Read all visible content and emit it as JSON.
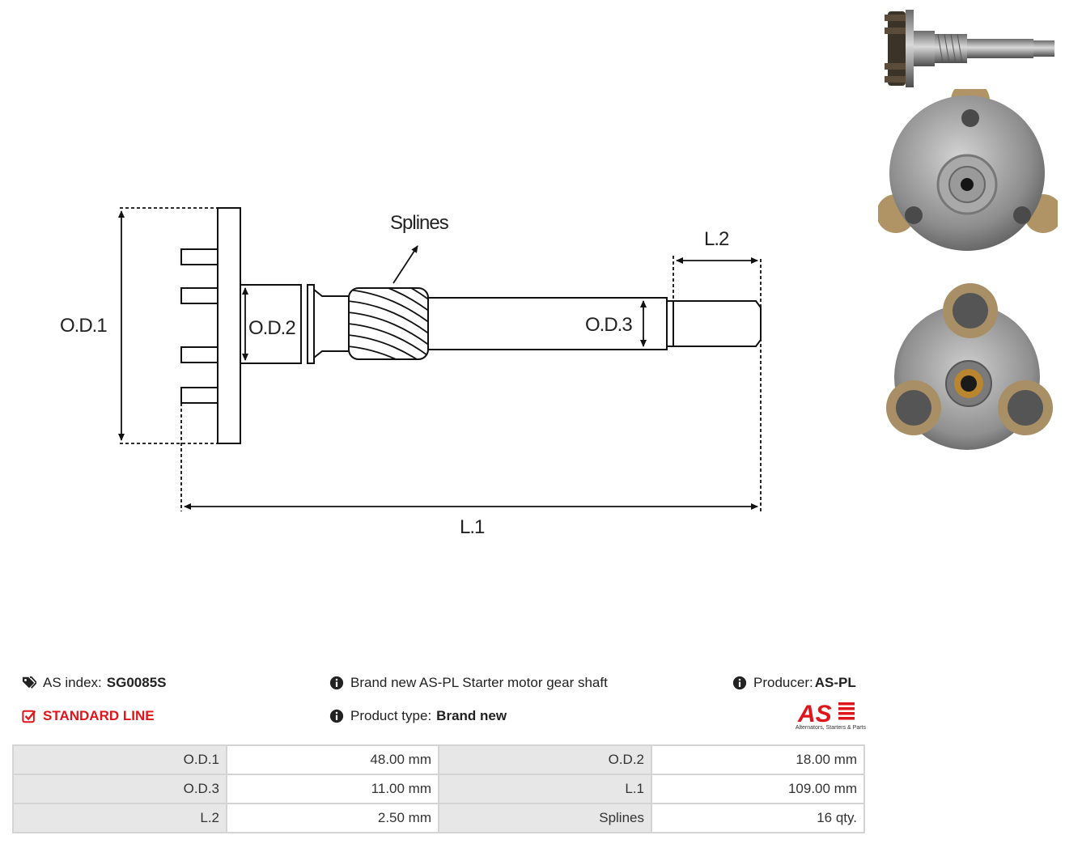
{
  "diagram": {
    "labels": {
      "od1": "O.D.1",
      "od2": "O.D.2",
      "od3": "O.D.3",
      "l1": "L.1",
      "l2": "L.2",
      "splines": "Splines"
    }
  },
  "photos": [
    {
      "name": "shaft-side-view-photo"
    },
    {
      "name": "carrier-back-view-photo"
    },
    {
      "name": "carrier-front-view-photo"
    }
  ],
  "info": {
    "as_index_label": "AS index:",
    "as_index_value": "SG0085S",
    "line": "STANDARD LINE",
    "description": "Brand new AS-PL Starter motor gear shaft",
    "product_type_label": "Product type:",
    "product_type_value": "Brand new",
    "producer_label": "Producer:",
    "producer_value": "AS-PL",
    "logo_text": "AS",
    "logo_tagline": "Alternators, Starters & Parts"
  },
  "colors": {
    "accent_red": "#e0151b",
    "key_cell_bg": "#e7e7e7",
    "border": "#d4d4d4"
  },
  "specs": [
    [
      {
        "k": "O.D.1",
        "v": "48.00 mm"
      },
      {
        "k": "O.D.2",
        "v": "18.00 mm"
      }
    ],
    [
      {
        "k": "O.D.3",
        "v": "11.00 mm"
      },
      {
        "k": "L.1",
        "v": "109.00 mm"
      }
    ],
    [
      {
        "k": "L.2",
        "v": "2.50 mm"
      },
      {
        "k": "Splines",
        "v": "16 qty."
      }
    ]
  ]
}
